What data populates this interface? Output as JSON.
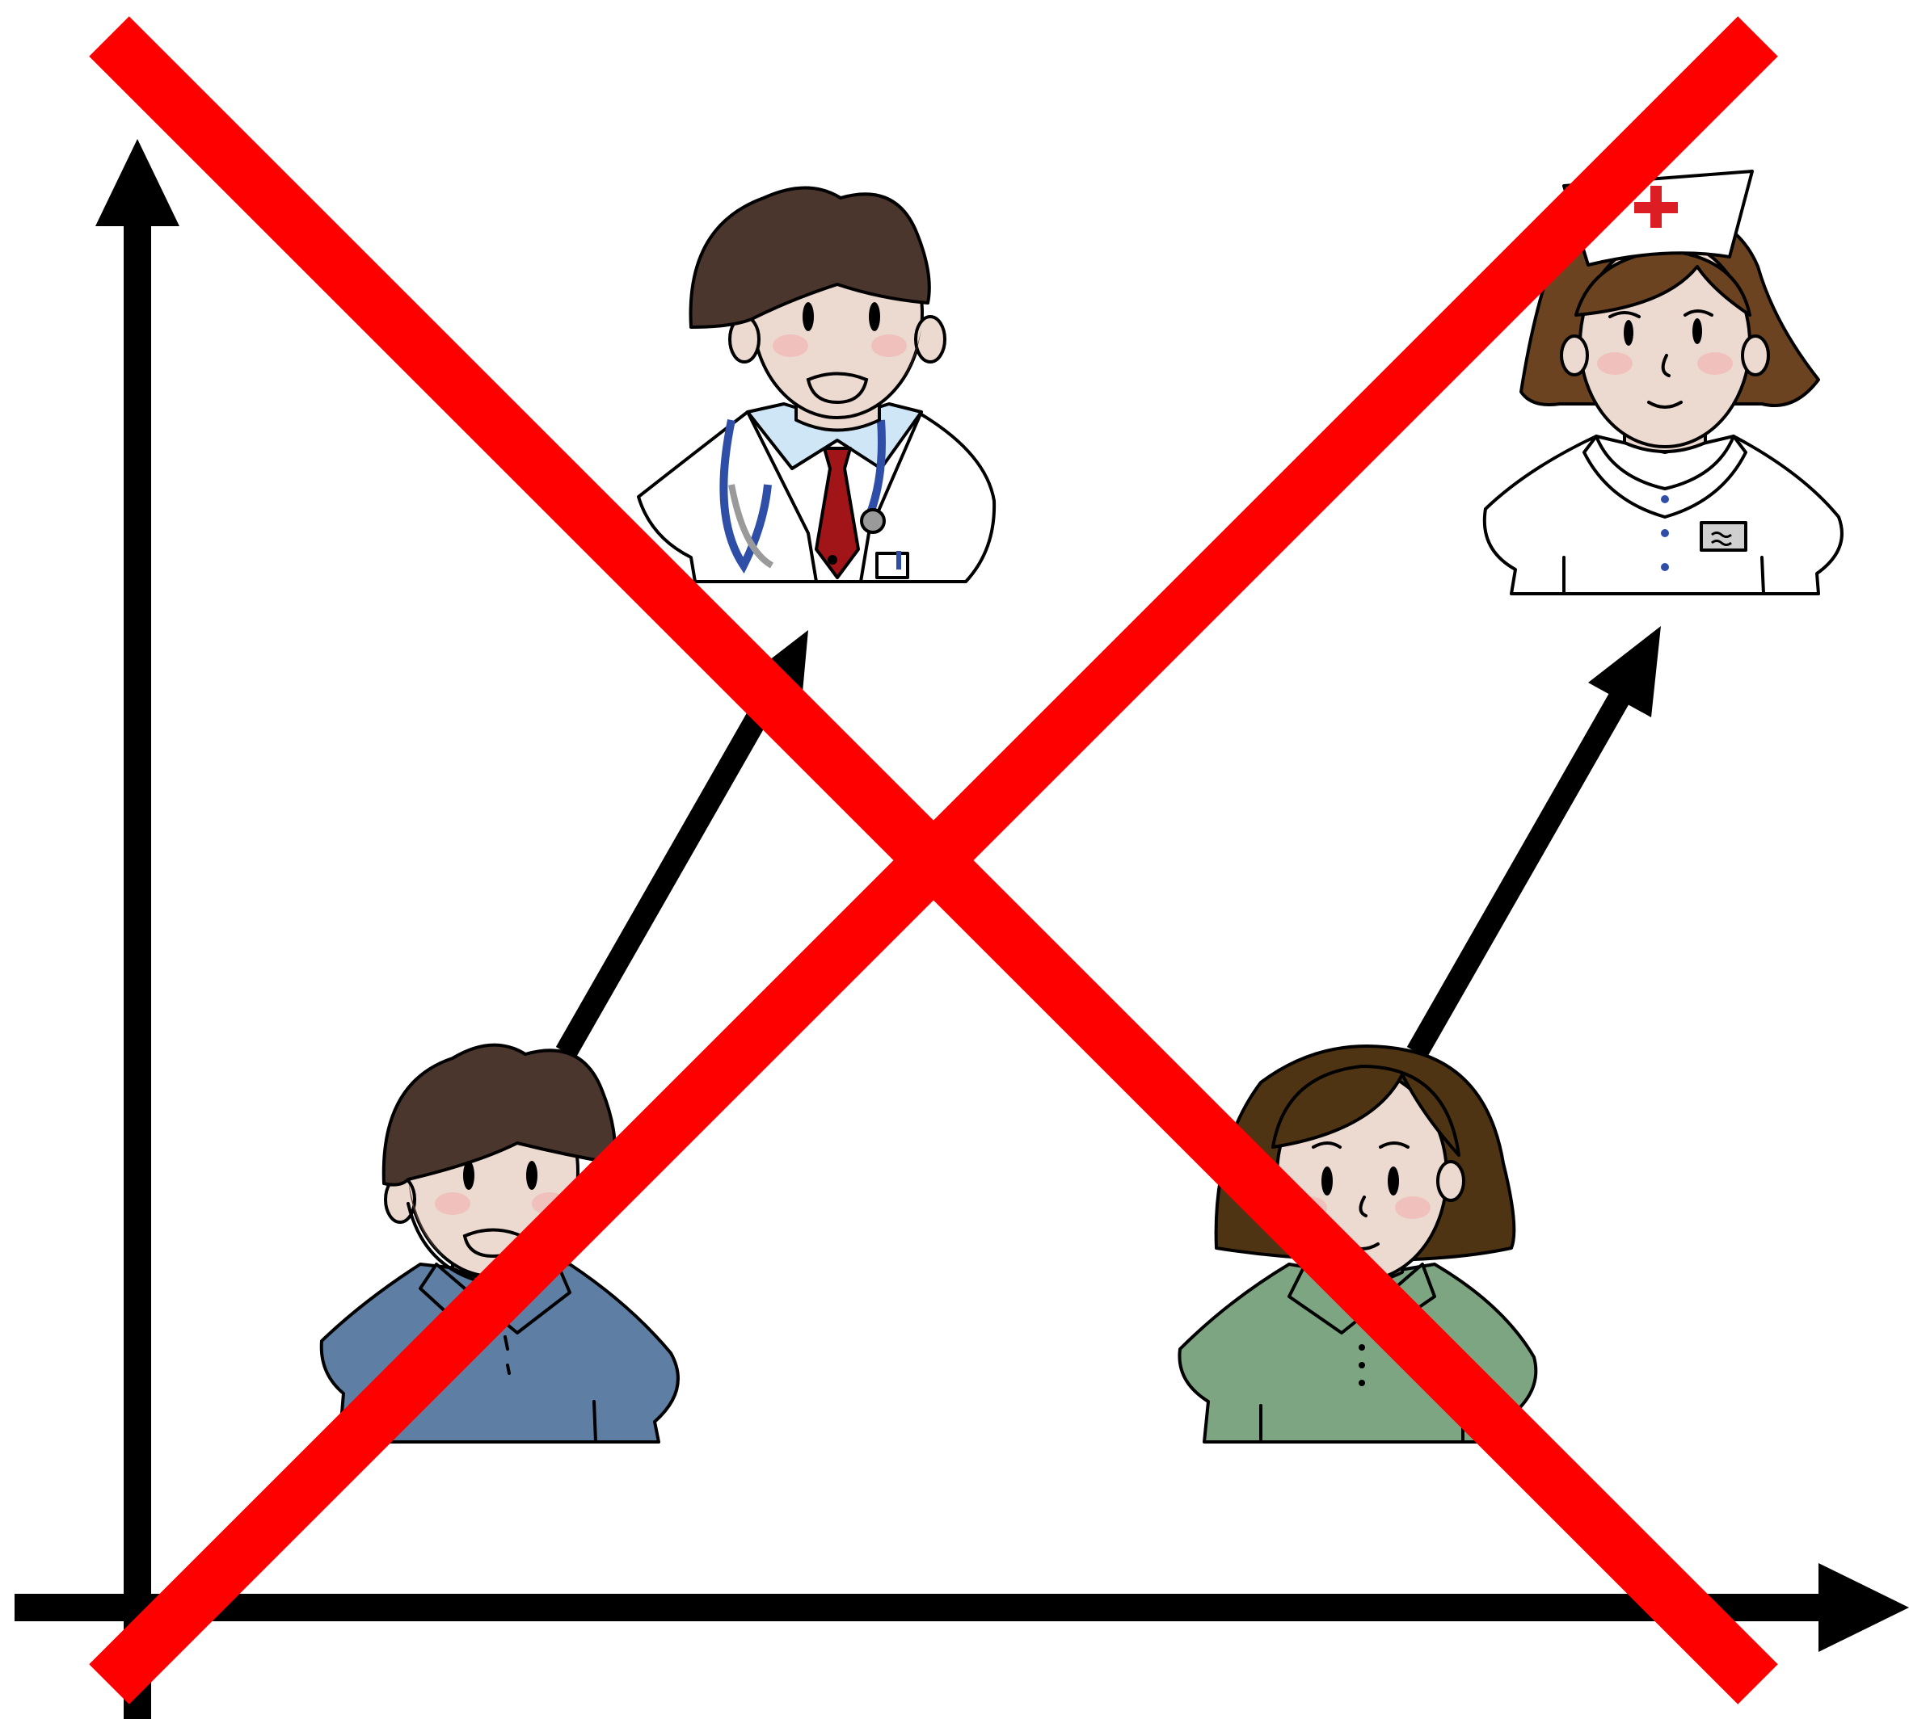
{
  "colors": {
    "axis": "#000000",
    "cross": "#ff0000",
    "skin": "#ecd9cf",
    "hair_man": "#4a362d",
    "hair_woman": "#4f3414",
    "shirt_man": "#5e7fa3",
    "shirt_woman": "#7da581",
    "tie": "#a11418",
    "inner_shirt": "#cfe6f7",
    "stethoscope": "#2e4ea8",
    "nurse_cross": "#dc1e24"
  },
  "figures": {
    "man": {
      "icon": "man-figure",
      "shirt_color": "#5e7fa3"
    },
    "doctor": {
      "icon": "doctor-figure"
    },
    "woman": {
      "icon": "woman-figure",
      "shirt_color": "#7da581"
    },
    "nurse": {
      "icon": "nurse-figure"
    }
  },
  "arrows": [
    {
      "name": "arrow-man-to-doctor",
      "from": "man",
      "to": "doctor"
    },
    {
      "name": "arrow-woman-to-nurse",
      "from": "woman",
      "to": "nurse"
    }
  ],
  "overlay": {
    "icon": "red-x-icon",
    "meaning": "crossed-out"
  }
}
